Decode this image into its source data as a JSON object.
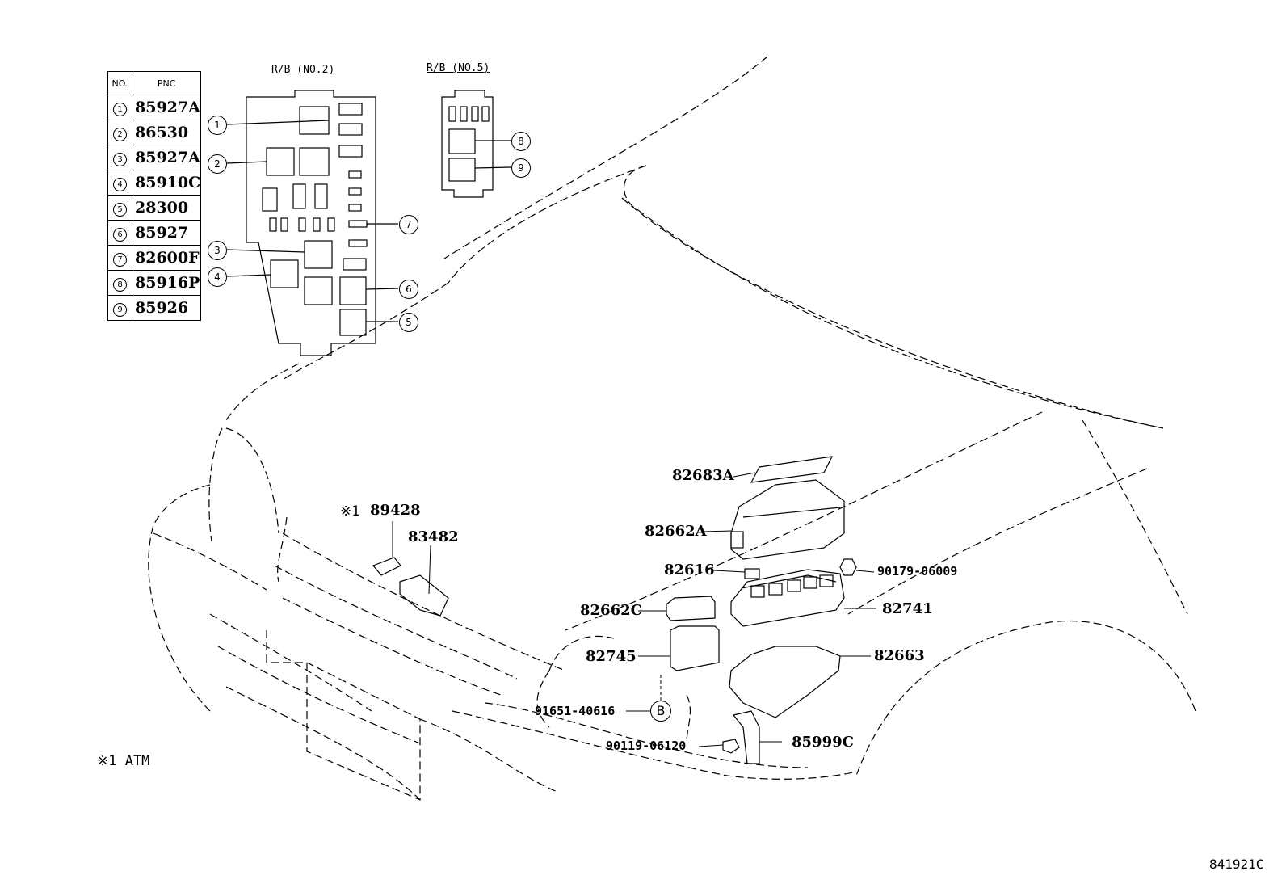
{
  "table": {
    "header_no": "NO.",
    "header_pnc": "PNC",
    "rows": [
      {
        "no": "1",
        "pnc": "85927A"
      },
      {
        "no": "2",
        "pnc": "86530"
      },
      {
        "no": "3",
        "pnc": "85927A"
      },
      {
        "no": "4",
        "pnc": "85910C"
      },
      {
        "no": "5",
        "pnc": "28300"
      },
      {
        "no": "6",
        "pnc": "85927"
      },
      {
        "no": "7",
        "pnc": "82600F"
      },
      {
        "no": "8",
        "pnc": "85916P"
      },
      {
        "no": "9",
        "pnc": "85926"
      }
    ]
  },
  "relay_blocks": {
    "rb2_title": "R/B (NO.2)",
    "rb5_title": "R/B (NO.5)",
    "callouts": [
      "1",
      "2",
      "3",
      "4",
      "5",
      "6",
      "7",
      "8",
      "9"
    ]
  },
  "parts": {
    "p82683A": "82683A",
    "p82662A": "82662A",
    "p82616": "82616",
    "p82662C": "82662C",
    "p82745": "82745",
    "p82741": "82741",
    "p82663": "82663",
    "p90179": "90179-06009",
    "p91651": "91651-40616",
    "p90119": "90119-06120",
    "p85999C": "85999C",
    "p89428_mark": "※1",
    "p89428": "89428",
    "p83482": "83482",
    "ref_b": "B"
  },
  "footnote": "※1 ATM",
  "diagram_id": "841921C"
}
